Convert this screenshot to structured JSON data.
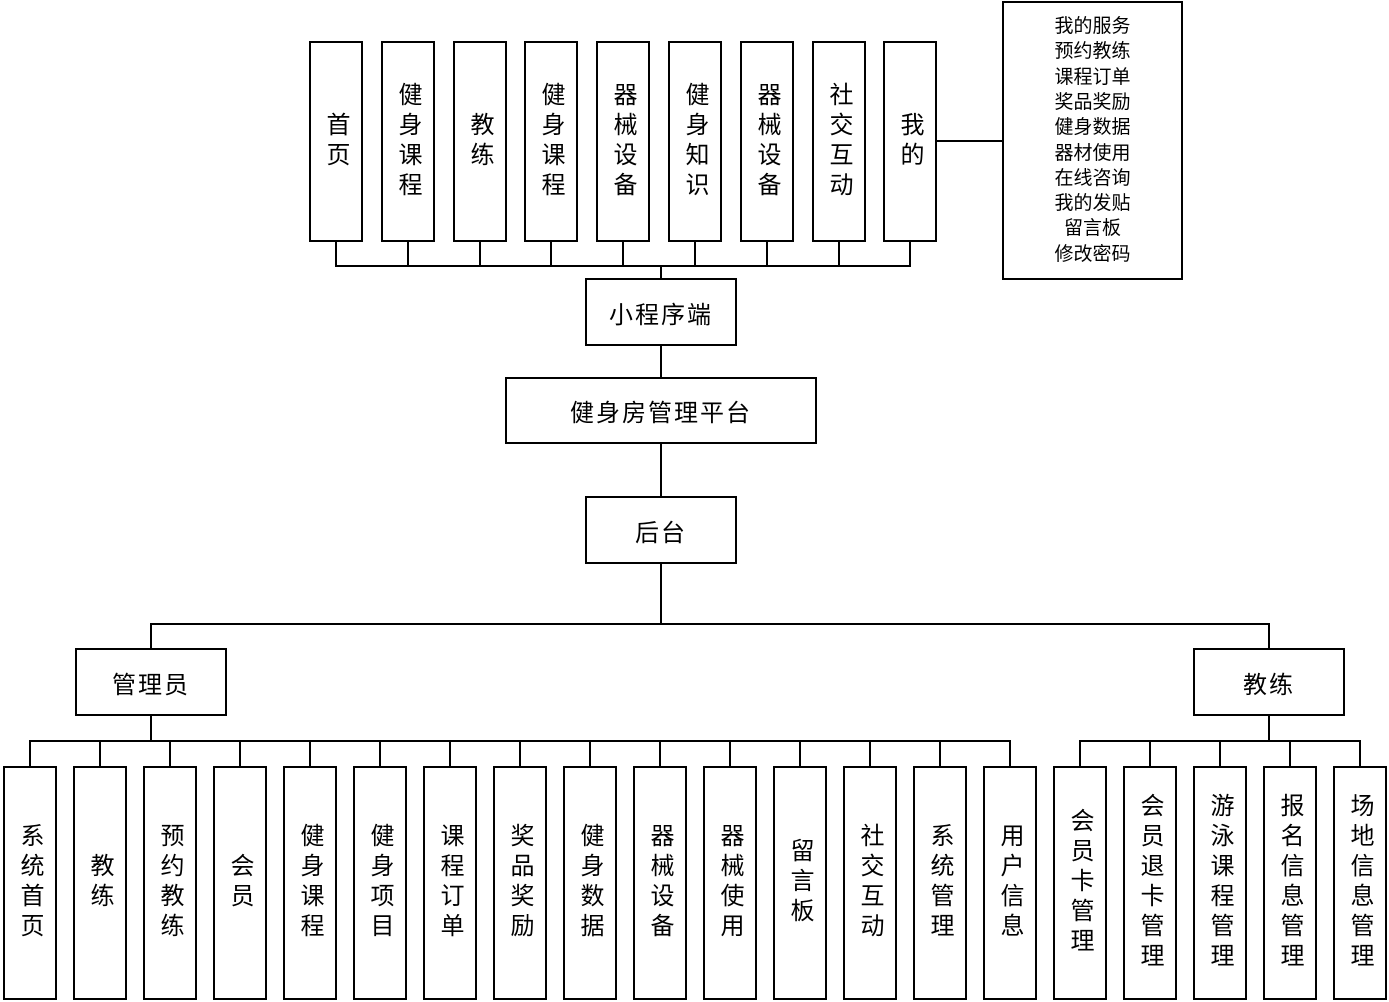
{
  "diagram": {
    "title": "健身房管理平台",
    "miniprogram": {
      "label": "小程序端",
      "items": [
        "首页",
        "健身课程",
        "教练",
        "健身课程",
        "器械设备",
        "健身知识",
        "器械设备",
        "社交互动",
        "我的"
      ],
      "my_submenu": [
        "我的服务",
        "预约教练",
        "课程订单",
        "奖品奖励",
        "健身数据",
        "器材使用",
        "在线咨询",
        "我的发贴",
        "留言板",
        "修改密码"
      ]
    },
    "backend": {
      "label": "后台",
      "admin": {
        "label": "管理员",
        "items": [
          "系统首页",
          "教练",
          "预约教练",
          "会员",
          "健身课程",
          "健身项目",
          "课程订单",
          "奖品奖励",
          "健身数据",
          "器械设备",
          "器械使用",
          "留言板",
          "社交互动",
          "系统管理",
          "用户信息"
        ]
      },
      "coach": {
        "label": "教练",
        "items": [
          "会员卡管理",
          "会员退卡管理",
          "游泳课程管理",
          "报名信息管理",
          "场地信息管理"
        ]
      }
    }
  }
}
